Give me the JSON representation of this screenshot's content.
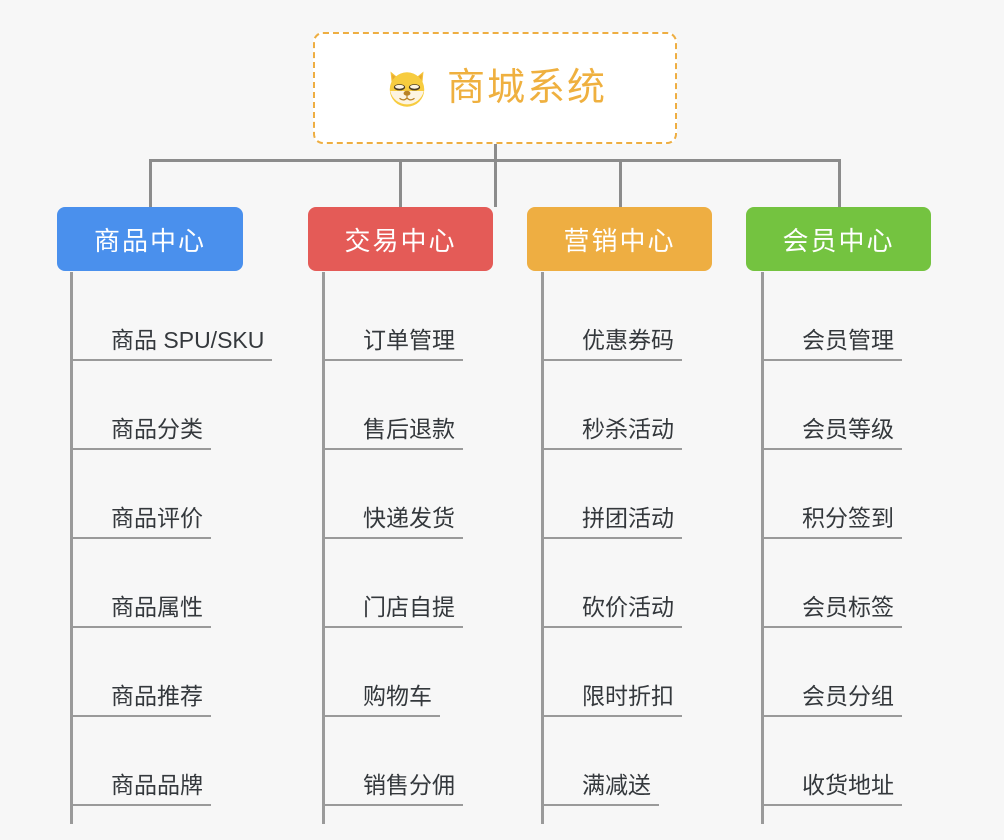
{
  "diagram": {
    "type": "mindmap",
    "background_color": "#f7f7f7",
    "root": {
      "title": "商城系统",
      "icon": "shiba-dog-icon",
      "text_color": "#efb03f",
      "border_color": "#eeae42",
      "background_color": "#ffffff"
    },
    "connector_color": "#8c8c8c",
    "branches": [
      {
        "label": "商品中心",
        "color": "#4a90ed",
        "items": [
          "商品 SPU/SKU",
          "商品分类",
          "商品评价",
          "商品属性",
          "商品推荐",
          "商品品牌"
        ]
      },
      {
        "label": "交易中心",
        "color": "#e45b57",
        "items": [
          "订单管理",
          "售后退款",
          "快递发货",
          "门店自提",
          "购物车",
          "销售分佣"
        ]
      },
      {
        "label": "营销中心",
        "color": "#eeae42",
        "items": [
          "优惠券码",
          "秒杀活动",
          "拼团活动",
          "砍价活动",
          "限时折扣",
          "满减送"
        ]
      },
      {
        "label": "会员中心",
        "color": "#74c340",
        "items": [
          "会员管理",
          "会员等级",
          "积分签到",
          "会员标签",
          "会员分组",
          "收货地址"
        ]
      }
    ]
  }
}
